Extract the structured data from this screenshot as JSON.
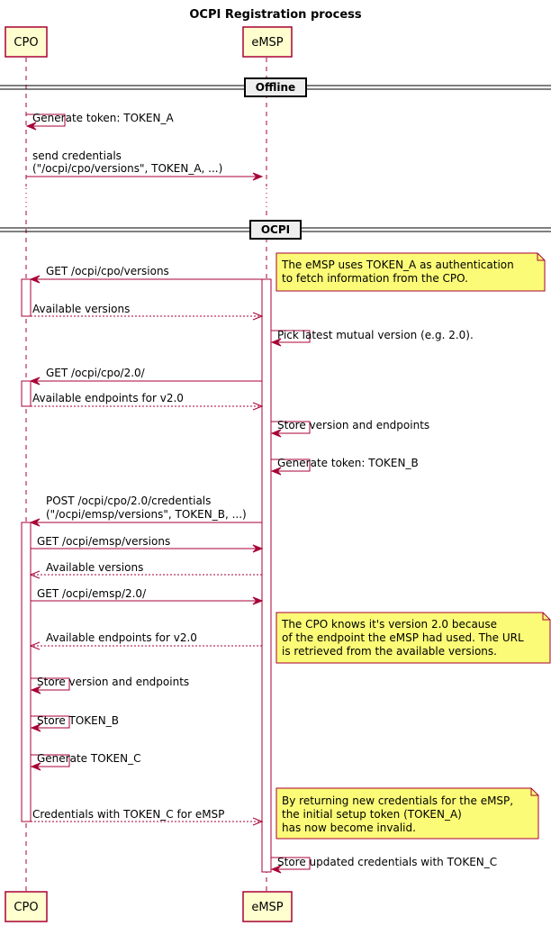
{
  "title": "OCPI Registration process",
  "participants": [
    {
      "id": "cpo",
      "label": "CPO"
    },
    {
      "id": "emsp",
      "label": "eMSP"
    }
  ],
  "dividers": [
    {
      "label": "Offline"
    },
    {
      "label": "OCPI"
    }
  ],
  "messages": [
    {
      "lines": [
        "Generate token: TOKEN_A"
      ]
    },
    {
      "lines": [
        "send credentials",
        "(\"/ocpi/cpo/versions\", TOKEN_A, ...)"
      ]
    },
    {
      "lines": [
        "GET /ocpi/cpo/versions"
      ]
    },
    {
      "lines": [
        "Available versions"
      ]
    },
    {
      "lines": [
        "Pick latest mutual version (e.g. 2.0)."
      ]
    },
    {
      "lines": [
        "GET /ocpi/cpo/2.0/"
      ]
    },
    {
      "lines": [
        "Available endpoints for v2.0"
      ]
    },
    {
      "lines": [
        "Store version and endpoints"
      ]
    },
    {
      "lines": [
        "Generate token: TOKEN_B"
      ]
    },
    {
      "lines": [
        "POST /ocpi/cpo/2.0/credentials",
        "(\"/ocpi/emsp/versions\", TOKEN_B, ...)"
      ]
    },
    {
      "lines": [
        "GET /ocpi/emsp/versions"
      ]
    },
    {
      "lines": [
        "Available versions"
      ]
    },
    {
      "lines": [
        "GET /ocpi/emsp/2.0/"
      ]
    },
    {
      "lines": [
        "Available endpoints for v2.0"
      ]
    },
    {
      "lines": [
        "Store version and endpoints"
      ]
    },
    {
      "lines": [
        "Store TOKEN_B"
      ]
    },
    {
      "lines": [
        "Generate TOKEN_C"
      ]
    },
    {
      "lines": [
        "Credentials with TOKEN_C for eMSP"
      ]
    },
    {
      "lines": [
        "Store updated credentials with TOKEN_C"
      ]
    }
  ],
  "notes": [
    {
      "lines": [
        "The eMSP uses TOKEN_A as authentication",
        "to fetch information from the CPO."
      ]
    },
    {
      "lines": [
        "The CPO knows it's version 2.0 because",
        "of the endpoint the eMSP had used. The URL",
        "is retrieved from the available versions."
      ]
    },
    {
      "lines": [
        "By returning new credentials for the eMSP,",
        "the initial setup token (TOKEN_A)",
        "has now become invalid."
      ]
    }
  ],
  "colors": {
    "line": "#A80036",
    "participant_fill": "#FEFECE",
    "note_fill": "#FBFB77",
    "divider_fill": "#EEEEEE"
  }
}
